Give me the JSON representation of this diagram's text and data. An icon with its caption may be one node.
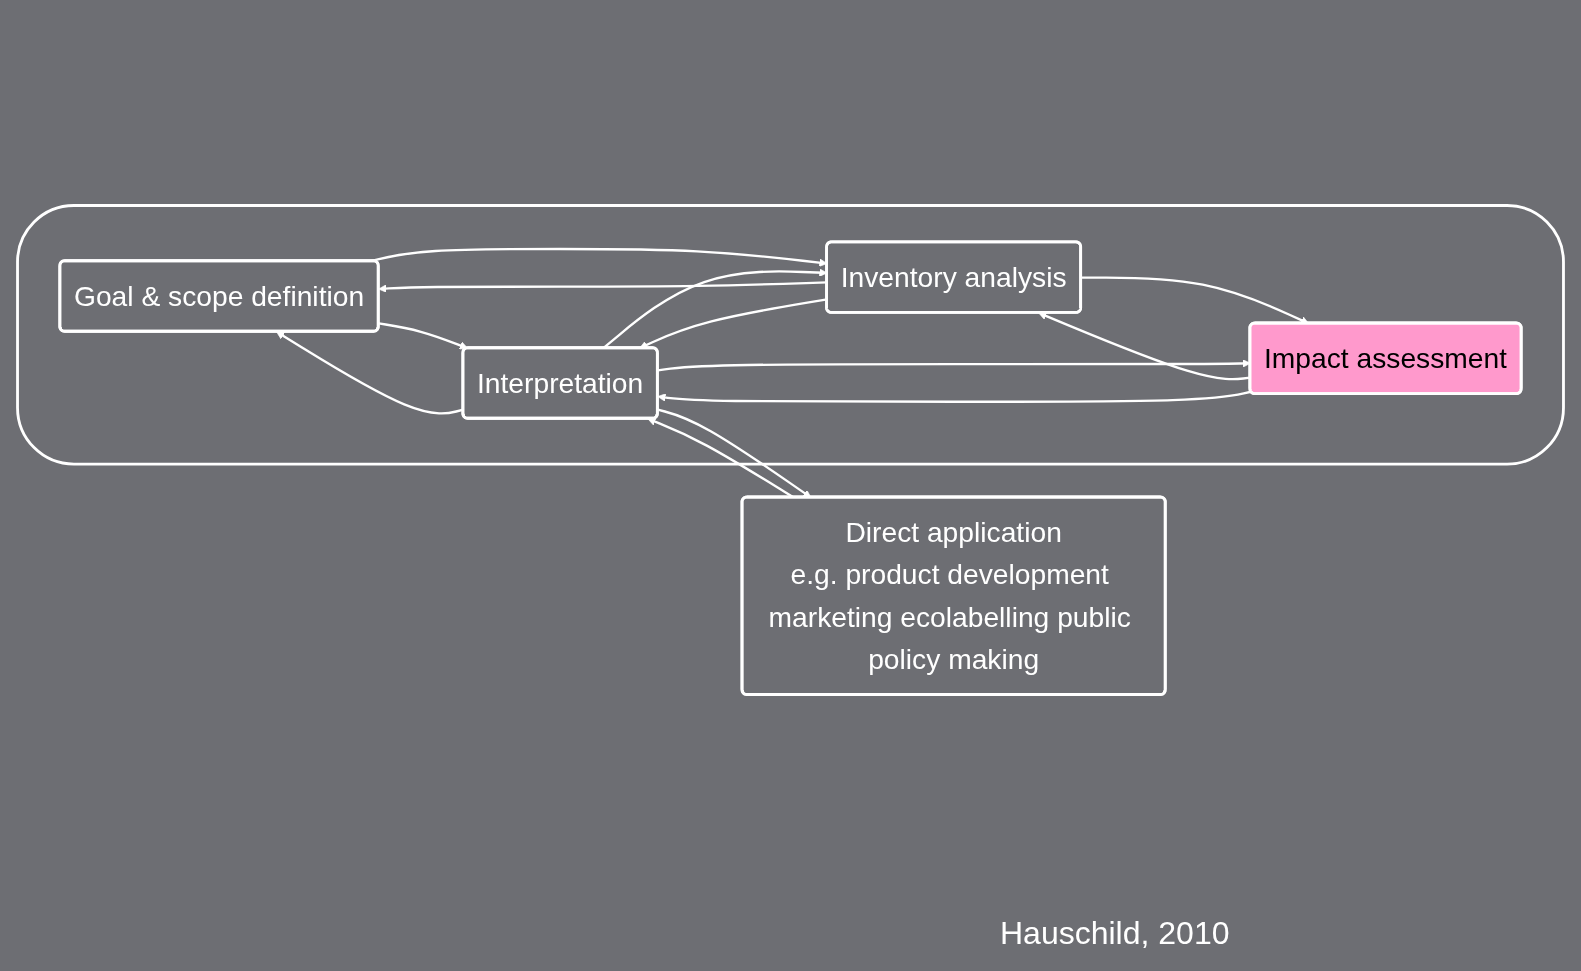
{
  "diagram": {
    "nodes": [
      {
        "text": [],
        "shape": "box"
      },
      {
        "text": [
          "Goal & scope definition"
        ],
        "in": 0
      },
      {
        "text": [
          "Inventory analysis"
        ],
        "in": 0
      },
      {
        "text": [
          "Impact assessment"
        ],
        "in": 0
      },
      {
        "text": [
          "Interpretation"
        ],
        "in": 0
      },
      {
        "text": [
          "Direct application",
          "e.g. product development marketing ecolabelling public policy making"
        ]
      }
    ],
    "edges": [
      {
        "from": 1,
        "to": 4,
        "arrow": "to"
      },
      {
        "from": 4,
        "to": 1,
        "arrow": "to"
      },
      {
        "from": 1,
        "to": 2,
        "arrow": "to"
      },
      {
        "from": 2,
        "to": 1,
        "arrow": "to"
      },
      {
        "from": 2,
        "to": 4,
        "arrow": "to"
      },
      {
        "from": 4,
        "to": 2,
        "arrow": "to"
      },
      {
        "from": 2,
        "to": 3,
        "arrow": "to"
      },
      {
        "from": 3,
        "to": 2,
        "arrow": "to"
      },
      {
        "from": 3,
        "to": 4,
        "arrow": "to"
      },
      {
        "from": 4,
        "to": 3,
        "arrow": "to"
      },
      {
        "from": 4,
        "to": 5,
        "arrow": "to"
      },
      {
        "from": 5,
        "to": 4,
        "arrow": "to"
      }
    ],
    "labels": [
      "Hauschild, 2010"
    ]
  }
}
